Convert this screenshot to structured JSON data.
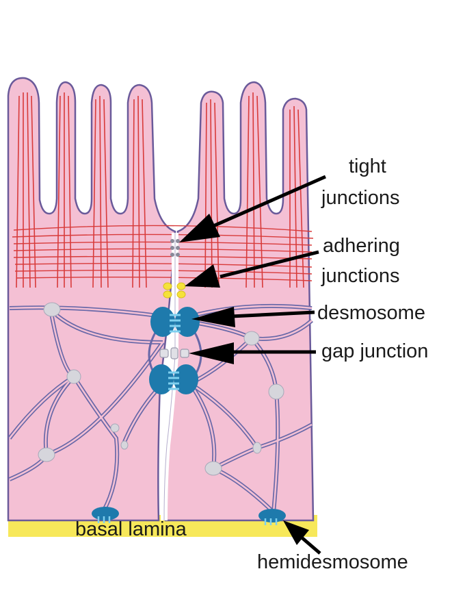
{
  "labels": {
    "tight_line1": "tight",
    "tight_line2": "junctions",
    "adhering_line1": "adhering",
    "adhering_line2": "junctions",
    "desmosome": "desmosome",
    "gap_junction": "gap junction",
    "basal_lamina": "basal lamina",
    "hemidesmosome": "hemidesmosome"
  },
  "colors": {
    "cytoplasm": "#f4c0d4",
    "cell_outline": "#6a5a9a",
    "actin": "#d83a3a",
    "intermediate_filament": "#6868a8",
    "filament_node": "#d6d6dc",
    "desmosome": "#1e7aac",
    "adhering_junction": "#f5e23a",
    "basal_lamina": "#f7e85a",
    "arrow": "#000000"
  }
}
